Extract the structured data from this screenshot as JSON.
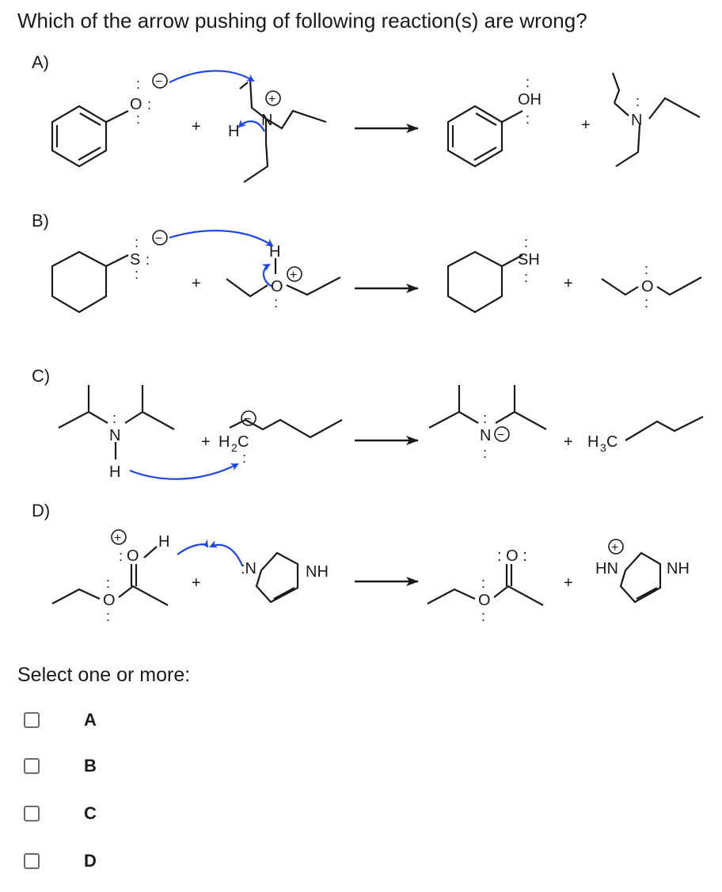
{
  "question": "Which of the arrow pushing of following reaction(s) are wrong?",
  "reactions": [
    {
      "label": "A)"
    },
    {
      "label": "B)"
    },
    {
      "label": "C)"
    },
    {
      "label": "D)"
    }
  ],
  "atoms": {
    "O": "O",
    "OH": "OH",
    "N": "N",
    "H": "H",
    "S": "S",
    "SH": "SH",
    "H2C_H": "H",
    "H2C_2": "2",
    "H2C_C": "C",
    "H3C_H": "H",
    "H3C_3": "3",
    "H3C_C": "C",
    "colonN": ":N",
    "NH": "NH",
    "HN": "HN",
    "colonOcolon": ": O :",
    "plus": "+",
    "minus": "−",
    "lone_pair": ":"
  },
  "prompt": "Select one or more:",
  "options": [
    "A",
    "B",
    "C",
    "D"
  ],
  "colors": {
    "arrow": "#1f47e6",
    "ink": "#1a1a1a",
    "checkbox_border": "#6b6b6b"
  }
}
